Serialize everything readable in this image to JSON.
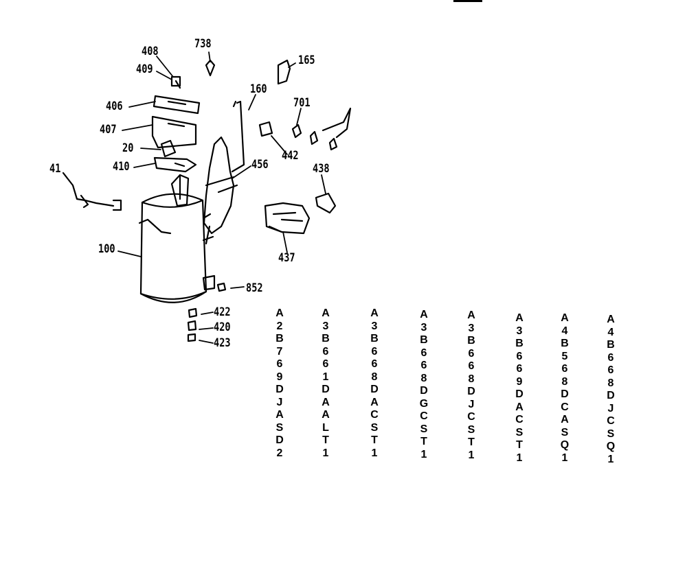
{
  "callouts": {
    "c408": "408",
    "c409": "409",
    "c738": "738",
    "c165": "165",
    "c160": "160",
    "c406": "406",
    "c701": "701",
    "c407": "407",
    "c442": "442",
    "c20": "20",
    "c410": "410",
    "c456": "456",
    "c41": "41",
    "c438": "438",
    "c100": "100",
    "c437": "437",
    "c852": "852",
    "c422": "422",
    "c420": "420",
    "c423": "423"
  },
  "models": [
    [
      "A",
      "2",
      "B",
      "7",
      "6",
      "9",
      "D",
      "J",
      "A",
      "S",
      "D",
      "2"
    ],
    [
      "A",
      "3",
      "B",
      "6",
      "6",
      "1",
      "D",
      "A",
      "A",
      "L",
      "T",
      "1"
    ],
    [
      "A",
      "3",
      "B",
      "6",
      "6",
      "8",
      "D",
      "A",
      "C",
      "S",
      "T",
      "1"
    ],
    [
      "A",
      "3",
      "B",
      "6",
      "6",
      "8",
      "D",
      "G",
      "C",
      "S",
      "T",
      "1"
    ],
    [
      "A",
      "3",
      "B",
      "6",
      "6",
      "8",
      "D",
      "J",
      "C",
      "S",
      "T",
      "1"
    ],
    [
      "A",
      "3",
      "B",
      "6",
      "6",
      "9",
      "D",
      "A",
      "C",
      "S",
      "T",
      "1"
    ],
    [
      "A",
      "4",
      "B",
      "5",
      "6",
      "8",
      "D",
      "C",
      "A",
      "S",
      "Q",
      "1"
    ],
    [
      "A",
      "4",
      "B",
      "6",
      "6",
      "8",
      "D",
      "J",
      "C",
      "S",
      "Q",
      "1"
    ]
  ]
}
